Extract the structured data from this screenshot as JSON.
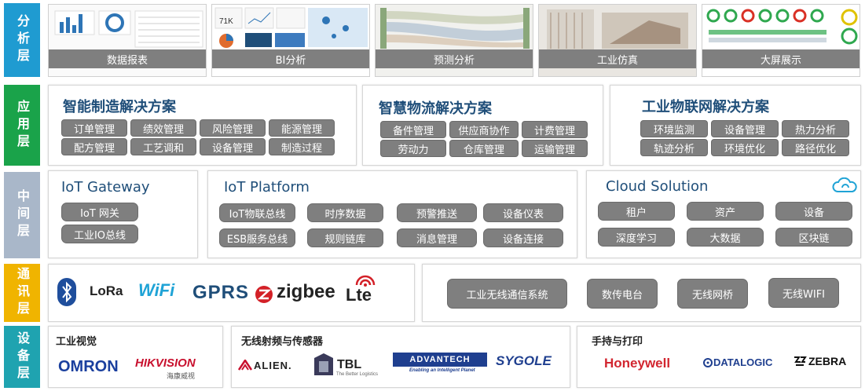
{
  "layers": {
    "analysis": {
      "label": "分析层",
      "color": "#1f9bd1"
    },
    "application": {
      "label": "应用层",
      "color": "#1aa34a"
    },
    "middle": {
      "label": "中间层",
      "color": "#a9b7c9"
    },
    "communication": {
      "label": "通讯层",
      "color": "#f0b400"
    },
    "device": {
      "label": "设备层",
      "color": "#1fa3b0"
    }
  },
  "analysis": {
    "thumbs": [
      {
        "label": "数据报表",
        "kpi": ""
      },
      {
        "label": "BI分析",
        "kpi": "71K"
      },
      {
        "label": "预测分析",
        "kpi": ""
      },
      {
        "label": "工业仿真",
        "kpi": ""
      },
      {
        "label": "大屏展示",
        "kpi": ""
      }
    ]
  },
  "application": {
    "solutions": [
      {
        "title": "智能制造解决方案",
        "items": [
          "订单管理",
          "绩效管理",
          "风险管理",
          "能源管理",
          "配方管理",
          "工艺调和",
          "设备管理",
          "制造过程"
        ]
      },
      {
        "title": "智慧物流解决方案",
        "items": [
          "备件管理",
          "供应商协作",
          "计费管理",
          "劳动力",
          "仓库管理",
          "运输管理"
        ]
      },
      {
        "title": "工业物联网解决方案",
        "items": [
          "环境监测",
          "设备管理",
          "热力分析",
          "轨迹分析",
          "环境优化",
          "路径优化"
        ]
      }
    ]
  },
  "middle": {
    "gateway": {
      "title": "IoT Gateway",
      "items": [
        "IoT 网关",
        "工业IO总线"
      ]
    },
    "platform": {
      "title": "IoT Platform",
      "items": [
        "IoT物联总线",
        "时序数据",
        "预警推送",
        "设备仪表",
        "ESB服务总线",
        "规则链库",
        "消息管理",
        "设备连接"
      ]
    },
    "cloud": {
      "title": "Cloud Solution",
      "icon": "cloud-icon",
      "items": [
        "租户",
        "资产",
        "设备",
        "深度学习",
        "大数据",
        "区块链"
      ]
    }
  },
  "communication": {
    "protocols": {
      "lora": "LoRa",
      "wifi": "WiFi",
      "gprs": "GPRS",
      "zigbee": "zigbee",
      "lte": "Lte"
    },
    "systems": [
      "工业无线通信系统",
      "数传电台",
      "无线网桥",
      "无线WIFI"
    ]
  },
  "device": {
    "vision": {
      "title": "工业视觉",
      "brands": [
        "OMRON",
        "HIKVISION",
        "海康威视"
      ]
    },
    "rfid": {
      "title": "无线射频与传感器",
      "brands": [
        "ALIEN.",
        "TBL",
        "ADVANTECH",
        "SYGOLE"
      ],
      "tbl_tagline": "The Better Logistics",
      "advantech_tagline": "Enabling an Intelligent Planet"
    },
    "handheld": {
      "title": "手持与打印",
      "brands": [
        "Honeywell",
        "DATALOGIC",
        "ZEBRA"
      ]
    }
  }
}
